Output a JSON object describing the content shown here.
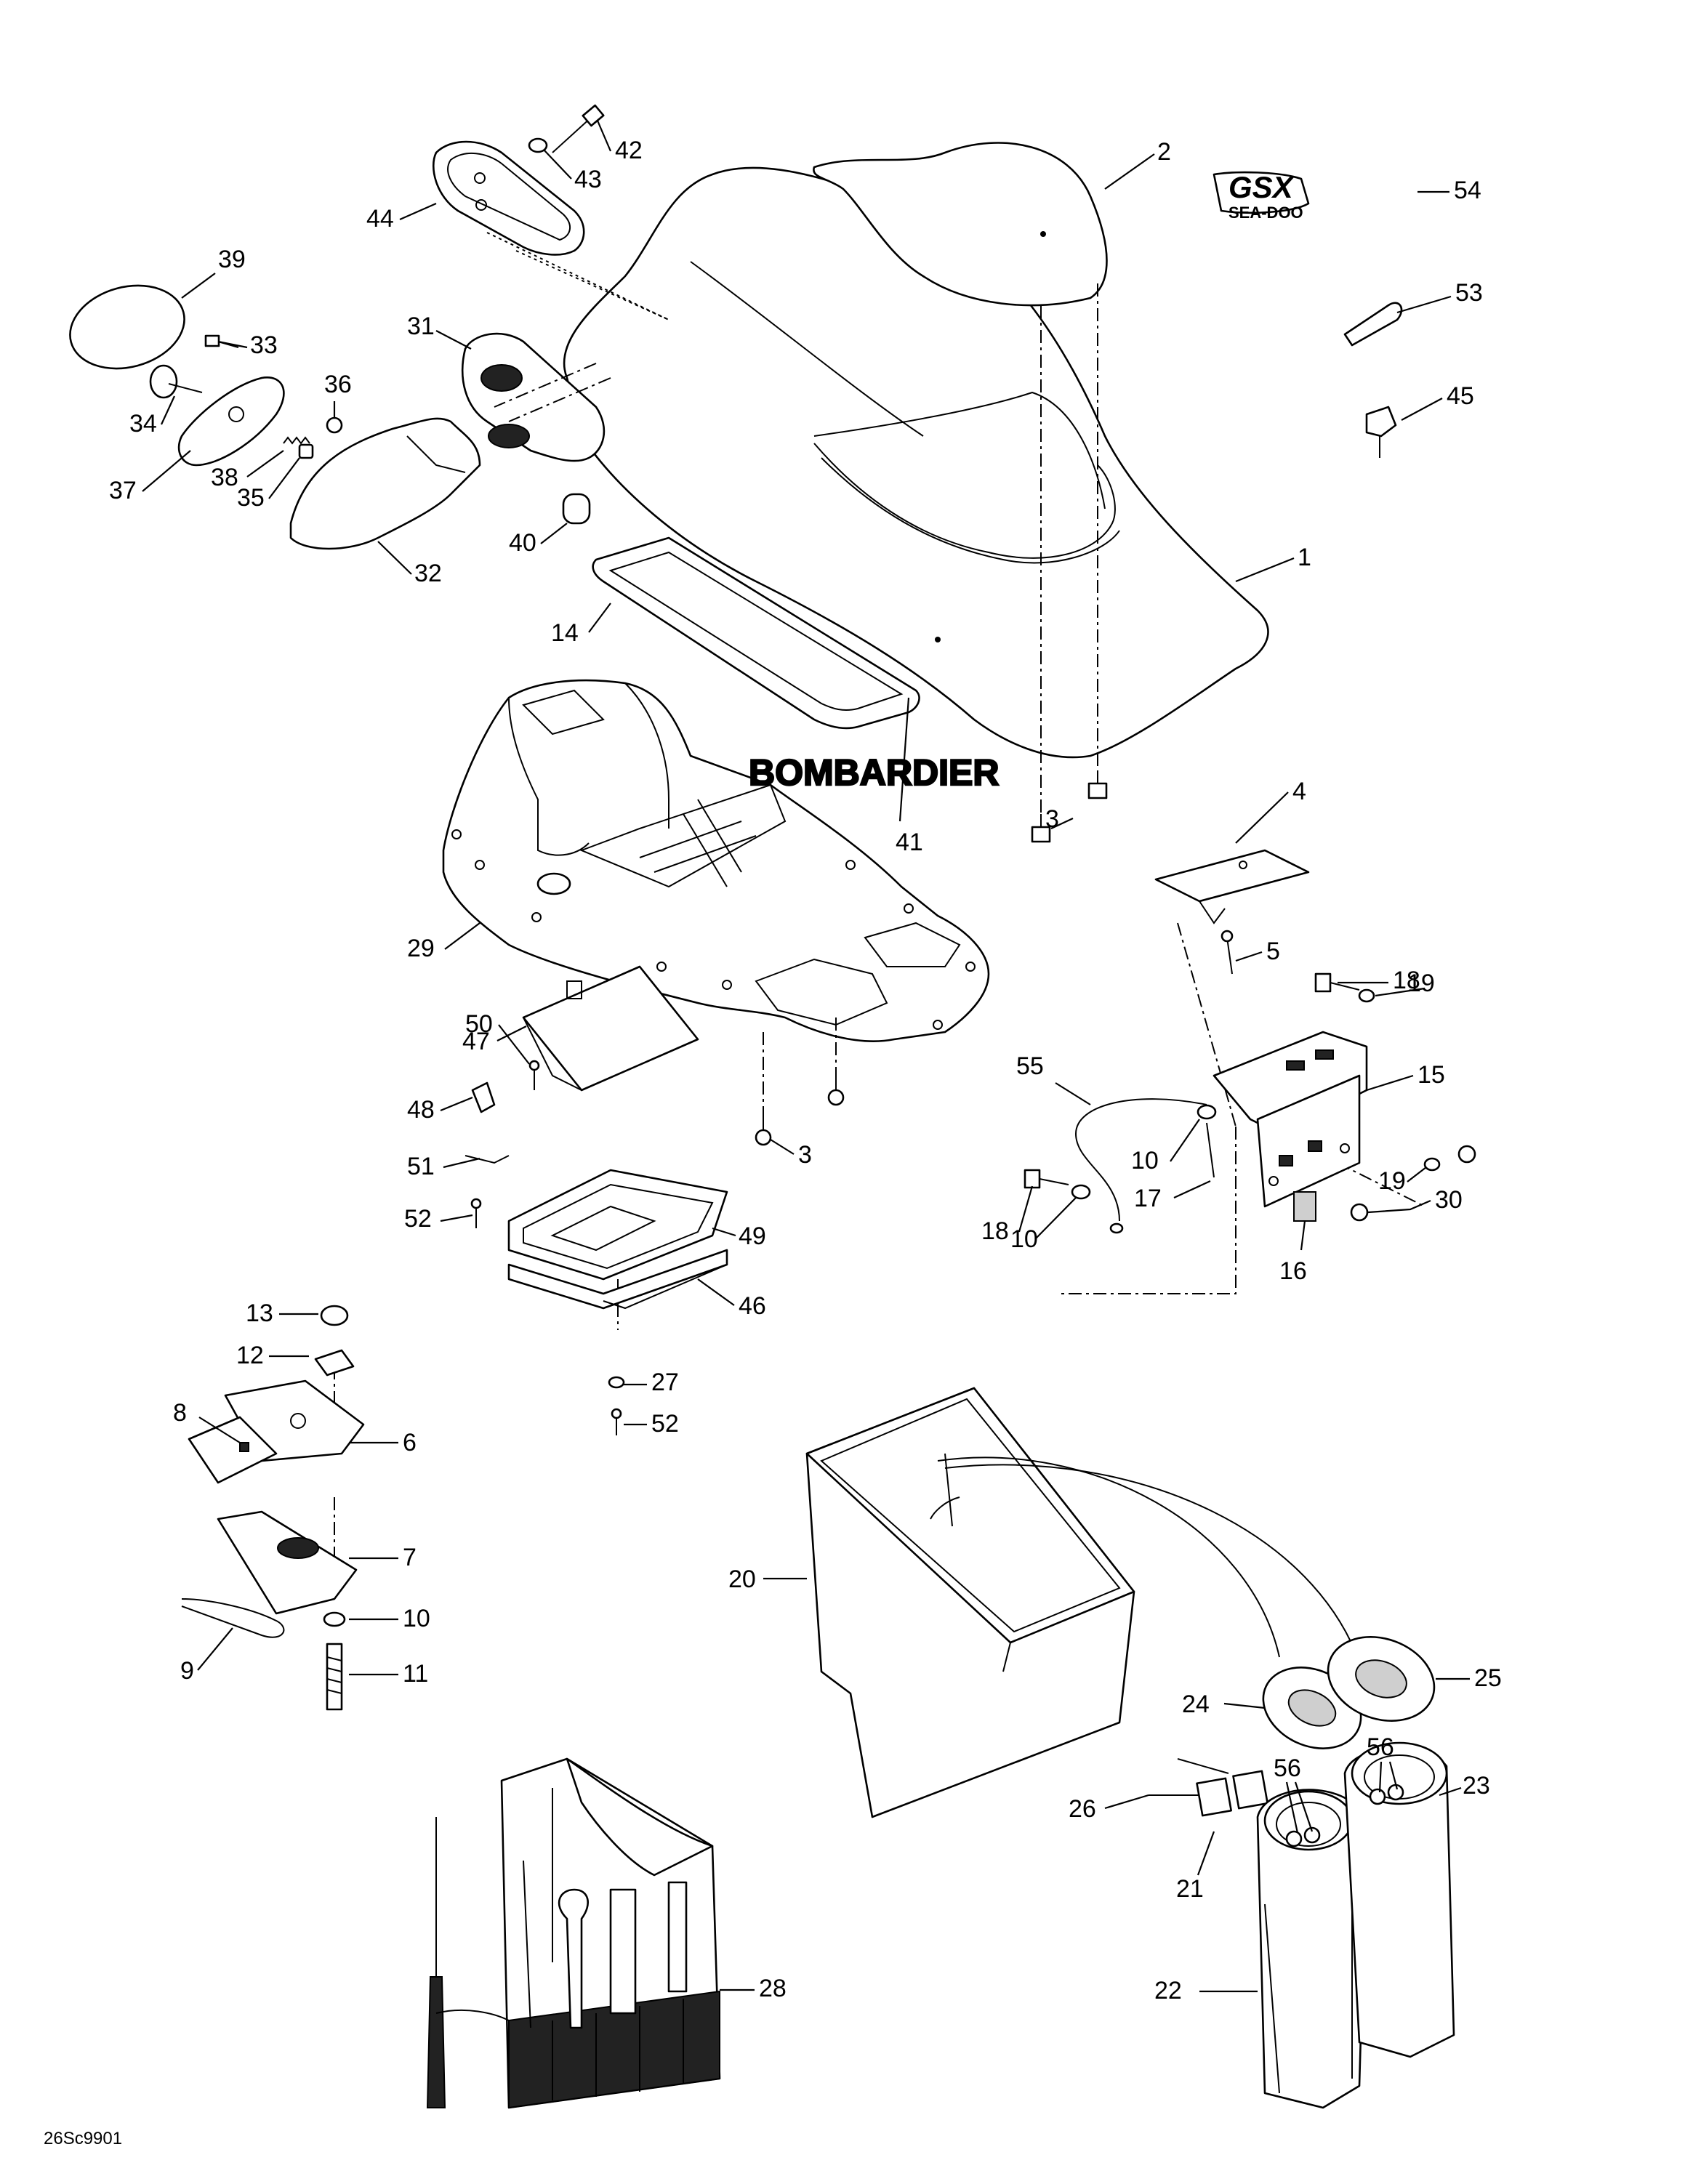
{
  "diagram": {
    "drawing_code": "26Sc9901",
    "brand_label": "BOMBARDIER",
    "callouts": [
      {
        "n": "1"
      },
      {
        "n": "2"
      },
      {
        "n": "3"
      },
      {
        "n": "3"
      },
      {
        "n": "4"
      },
      {
        "n": "5"
      },
      {
        "n": "6"
      },
      {
        "n": "7"
      },
      {
        "n": "8"
      },
      {
        "n": "9"
      },
      {
        "n": "10"
      },
      {
        "n": "10"
      },
      {
        "n": "10"
      },
      {
        "n": "11"
      },
      {
        "n": "12"
      },
      {
        "n": "13"
      },
      {
        "n": "14"
      },
      {
        "n": "15"
      },
      {
        "n": "16"
      },
      {
        "n": "17"
      },
      {
        "n": "18"
      },
      {
        "n": "18"
      },
      {
        "n": "19"
      },
      {
        "n": "19"
      },
      {
        "n": "20"
      },
      {
        "n": "21"
      },
      {
        "n": "22"
      },
      {
        "n": "23"
      },
      {
        "n": "24"
      },
      {
        "n": "25"
      },
      {
        "n": "26"
      },
      {
        "n": "27"
      },
      {
        "n": "28"
      },
      {
        "n": "29"
      },
      {
        "n": "30"
      },
      {
        "n": "31"
      },
      {
        "n": "32"
      },
      {
        "n": "33"
      },
      {
        "n": "34"
      },
      {
        "n": "35"
      },
      {
        "n": "36"
      },
      {
        "n": "37"
      },
      {
        "n": "38"
      },
      {
        "n": "39"
      },
      {
        "n": "40"
      },
      {
        "n": "41"
      },
      {
        "n": "42"
      },
      {
        "n": "43"
      },
      {
        "n": "44"
      },
      {
        "n": "45"
      },
      {
        "n": "46"
      },
      {
        "n": "47"
      },
      {
        "n": "48"
      },
      {
        "n": "49"
      },
      {
        "n": "50"
      },
      {
        "n": "51"
      },
      {
        "n": "52"
      },
      {
        "n": "52"
      },
      {
        "n": "53"
      },
      {
        "n": "54"
      },
      {
        "n": "55"
      },
      {
        "n": "56"
      },
      {
        "n": "56"
      }
    ]
  }
}
